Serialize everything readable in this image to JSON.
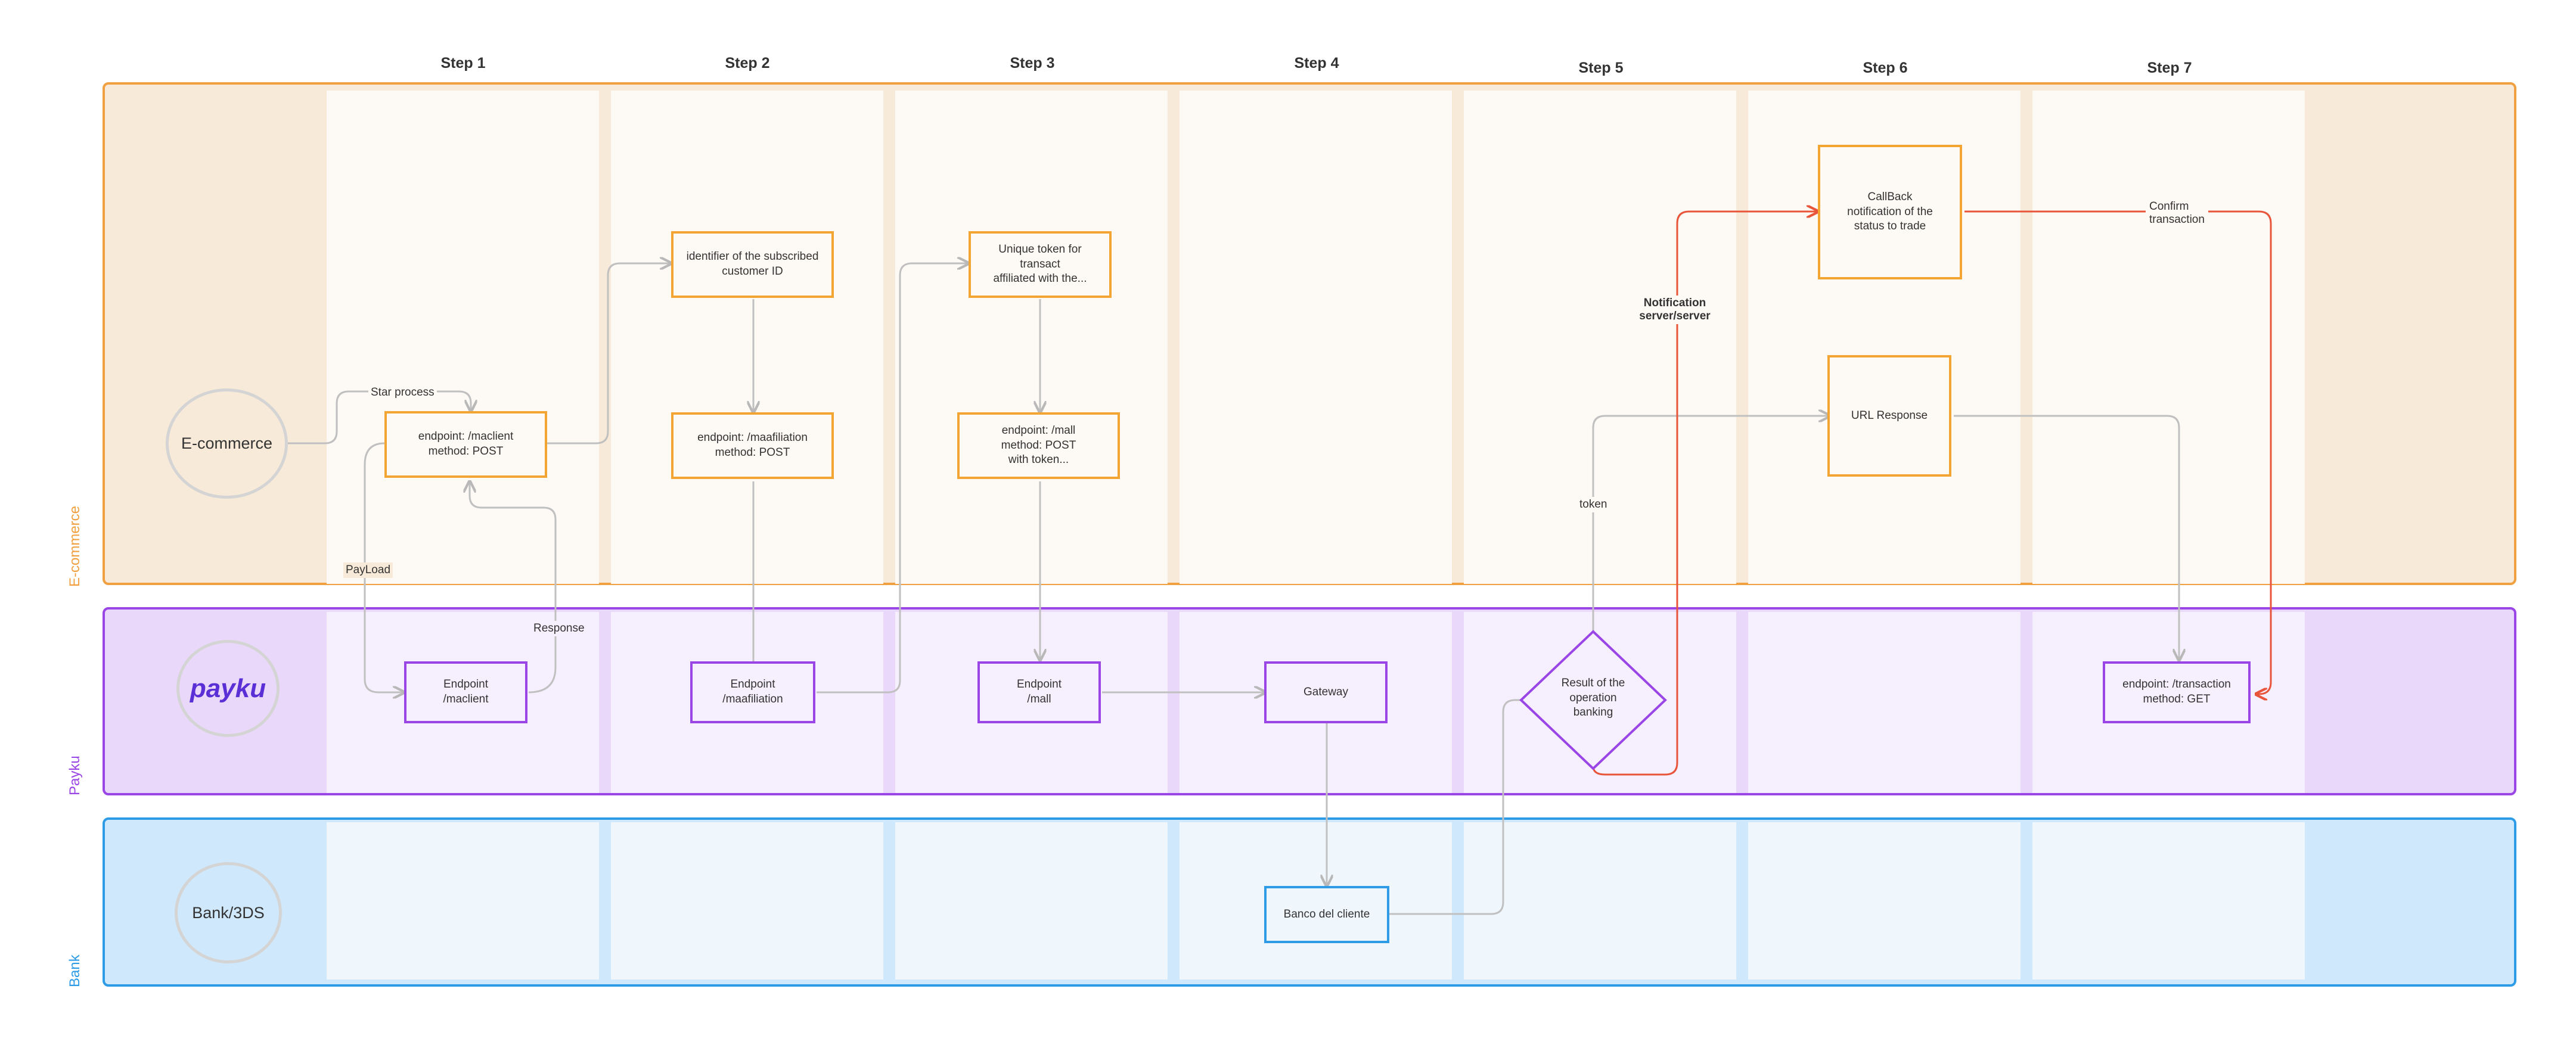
{
  "steps": [
    "Step 1",
    "Step 2",
    "Step 3",
    "Step 4",
    "Step 5",
    "Step 6",
    "Step 7"
  ],
  "lanes": {
    "ecommerce": {
      "label": "E-commerce",
      "actor": "E-commerce",
      "color": "#f0a040"
    },
    "payku": {
      "label": "Payku",
      "logo": "payku",
      "color": "#9a45e6"
    },
    "bank": {
      "label": "Bank",
      "actor": "Bank/3DS",
      "color": "#2d9be6"
    }
  },
  "nodes": {
    "endpoint_maclient_post": "endpoint: /maclient\nmethod: POST",
    "identifier_subscribed": "identifier of the subscribed\ncustomer ID",
    "endpoint_maafiliation_post": "endpoint: /maafiliation\nmethod: POST",
    "unique_token": "Unique token for\ntransact\naffiliated with the...",
    "endpoint_mall_post": "endpoint: /mall\nmethod: POST\nwith token...",
    "callback_notification": "CallBack\nnotification of the\nstatus to trade",
    "url_response": "URL Response",
    "endpoint_maclient": "Endpoint\n/maclient",
    "endpoint_maafiliation": "Endpoint\n/maafiliation",
    "endpoint_mall": "Endpoint\n/mall",
    "gateway": "Gateway",
    "result_operation": "Result of the\noperation\nbanking",
    "endpoint_transaction_get": "endpoint: /transaction\nmethod: GET",
    "banco_cliente": "Banco del cliente"
  },
  "edge_labels": {
    "star_process": "Star process",
    "payload": "PayLoad",
    "response": "Response",
    "notification": "Notification\nserver/server",
    "token": "token",
    "confirm_transaction": "Confirm\ntransaction"
  }
}
